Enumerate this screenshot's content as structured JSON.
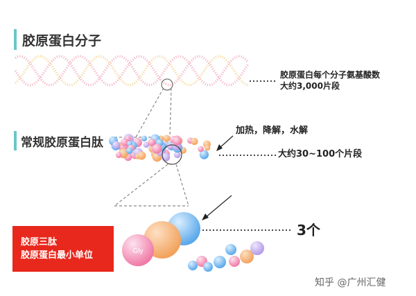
{
  "collagen_molecule": {
    "heading": "胶原蛋白分子",
    "note_line1": "胶原蛋白每个分子氨基酸数",
    "note_line2": "大约3,000片段"
  },
  "peptide": {
    "heading": "常规胶原蛋白肽",
    "process_label": "加热，降解，水解",
    "fragment_label": "大约30~100个片段"
  },
  "tripeptide": {
    "label_line1": "胶原三肽",
    "label_line2": "胶原蛋白最小单位",
    "count_label": "3个",
    "gly_label": "Gly"
  },
  "watermark": "知乎 @广州汇健",
  "colors": {
    "accent_teal": "#6cc6c8",
    "label_red": "#e8281c",
    "helix_pink": "#f2b7c6",
    "helix_yellow": "#f4dba6",
    "sphere_pink": "#f07aa6",
    "sphere_orange": "#f2a25c",
    "sphere_blue": "#5aa8ea",
    "sphere_purple": "#b49be6"
  }
}
